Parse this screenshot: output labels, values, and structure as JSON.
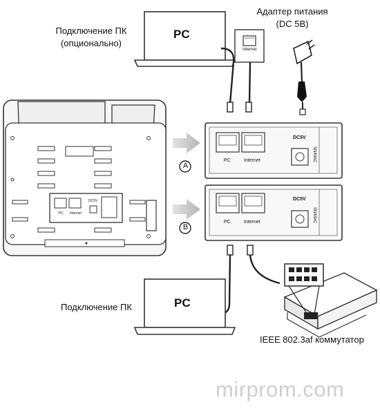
{
  "top": {
    "pc_label": "PC",
    "pc_connection_label_line1": "Подключение ПК",
    "pc_connection_label_line2": "(опционально)",
    "internet_jack_label": "Internet",
    "power_adapter_line1": "Адаптер питания",
    "power_adapter_line2": "(DC 5В)"
  },
  "phone": {
    "port_pc": "PC",
    "port_internet": "Internet",
    "port_power": "DC5V"
  },
  "option_a": {
    "marker": "A",
    "port_pc": "PC",
    "port_internet": "Internet",
    "port_power": "DC5V",
    "mac_label": "SN/MAC"
  },
  "option_b": {
    "marker": "B",
    "port_pc": "PC",
    "port_internet": "Internet",
    "port_power": "DC5V",
    "mac_label": "SN/MAC"
  },
  "bottom": {
    "pc_label": "PC",
    "pc_connection_label": "Подключение ПК",
    "switch_label": "IEEE 802.3af коммутатор"
  },
  "watermark": "mirprom.com"
}
